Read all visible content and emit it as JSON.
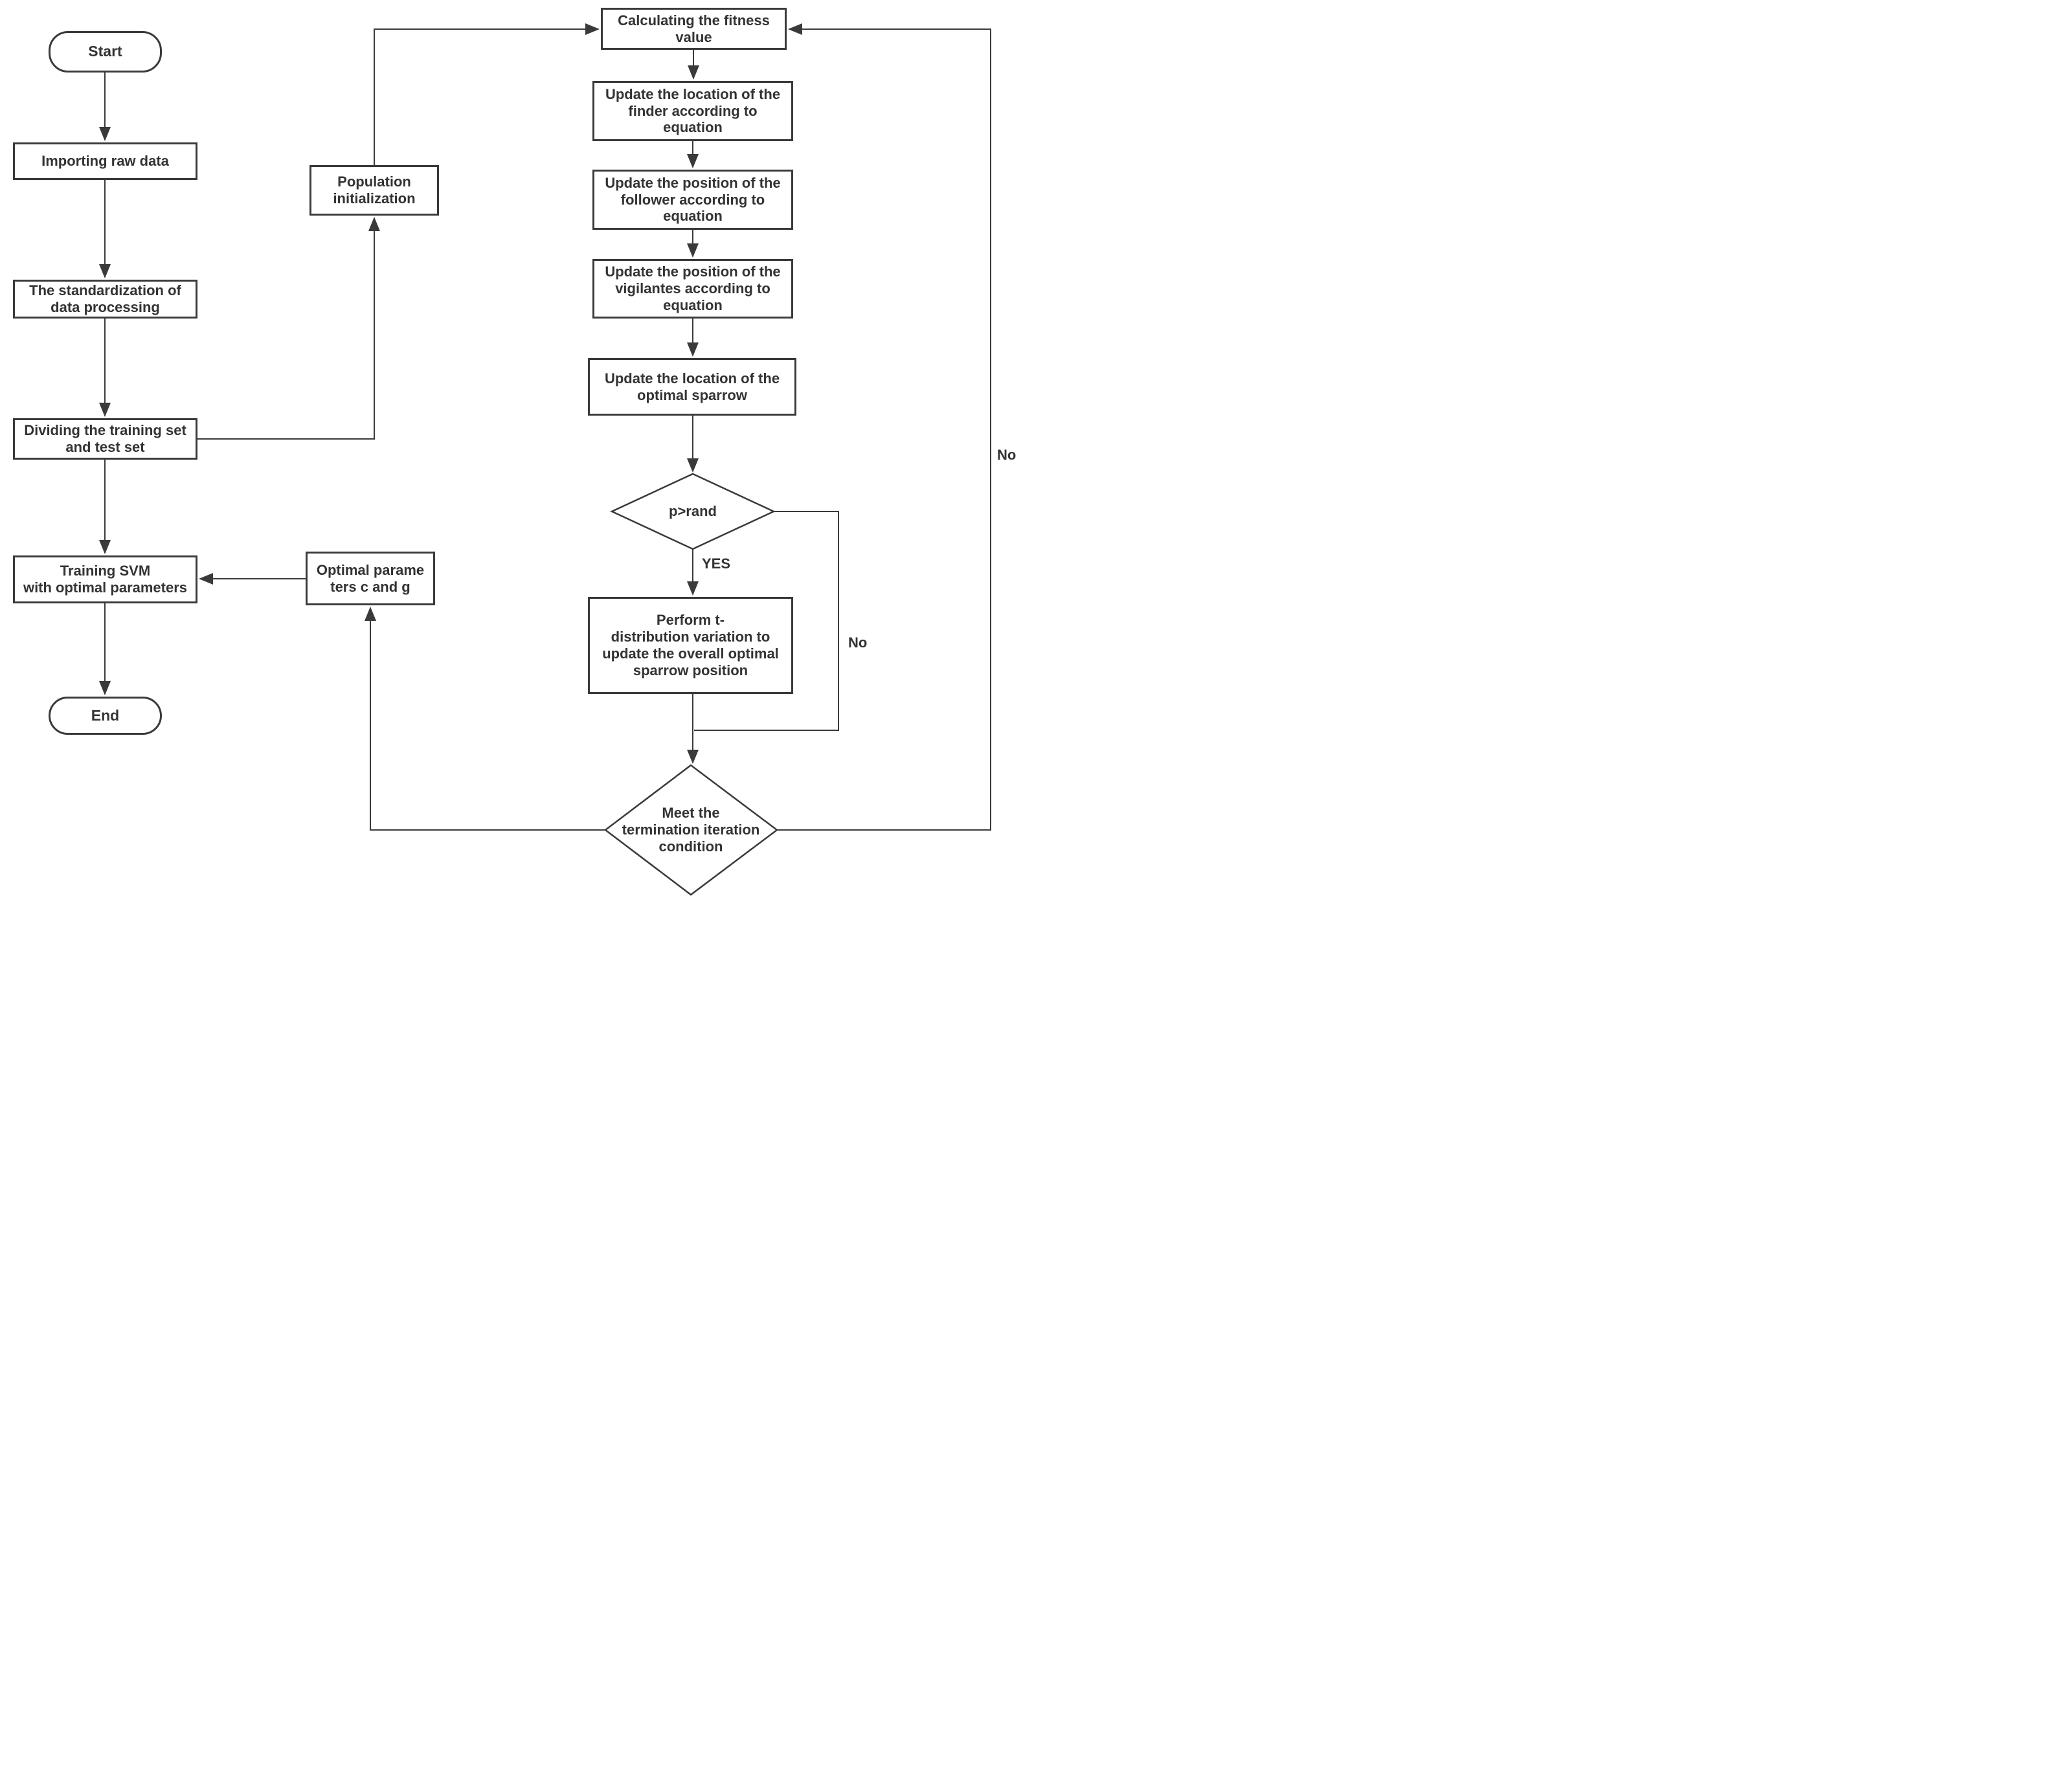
{
  "nodes": {
    "start": {
      "label": "Start",
      "shape": "terminator"
    },
    "importing": {
      "label": "Importing raw data",
      "shape": "process"
    },
    "standardization": {
      "label": "The standardization of\ndata processing",
      "shape": "process"
    },
    "dividing": {
      "label": "Dividing the training set\nand test set",
      "shape": "process"
    },
    "training": {
      "label": "Training SVM\nwith optimal parameters",
      "shape": "process"
    },
    "end": {
      "label": "End",
      "shape": "terminator"
    },
    "population": {
      "label": "Population\ninitialization",
      "shape": "process"
    },
    "optimal_parameters": {
      "label": "Optimal parame\nters c and g",
      "shape": "process"
    },
    "calculating": {
      "label": "Calculating the fitness\nvalue",
      "shape": "process"
    },
    "update_finder": {
      "label": "Update the location of the\nfinder according to\nequation",
      "shape": "process"
    },
    "update_follower": {
      "label": "Update the position of the\nfollower according to\nequation",
      "shape": "process"
    },
    "update_vigilantes": {
      "label": "Update the position of the\nvigilantes according to\nequation",
      "shape": "process"
    },
    "update_optimal_sparrow": {
      "label": "Update the location of the\noptimal sparrow",
      "shape": "process"
    },
    "p_rand": {
      "label": "p>rand",
      "shape": "decision"
    },
    "t_distribution": {
      "label": "Perform t-\ndistribution variation to\nupdate the overall optimal\nsparrow position",
      "shape": "process"
    },
    "termination": {
      "label": "Meet the\ntermination iteration\ncondition",
      "shape": "decision"
    }
  },
  "edge_labels": {
    "yes": "YES",
    "no_p_rand": "No",
    "no_termination": "No"
  },
  "edges": [
    {
      "from": "start",
      "to": "importing"
    },
    {
      "from": "importing",
      "to": "standardization"
    },
    {
      "from": "standardization",
      "to": "dividing"
    },
    {
      "from": "dividing",
      "to": "training"
    },
    {
      "from": "training",
      "to": "end"
    },
    {
      "from": "dividing",
      "to": "population"
    },
    {
      "from": "population",
      "to": "calculating"
    },
    {
      "from": "calculating",
      "to": "update_finder"
    },
    {
      "from": "update_finder",
      "to": "update_follower"
    },
    {
      "from": "update_follower",
      "to": "update_vigilantes"
    },
    {
      "from": "update_vigilantes",
      "to": "update_optimal_sparrow"
    },
    {
      "from": "update_optimal_sparrow",
      "to": "p_rand"
    },
    {
      "from": "p_rand",
      "to": "t_distribution",
      "label": "YES"
    },
    {
      "from": "p_rand",
      "to": "termination",
      "label": "No"
    },
    {
      "from": "t_distribution",
      "to": "termination"
    },
    {
      "from": "termination",
      "to": "calculating",
      "label": "No"
    },
    {
      "from": "termination",
      "to": "optimal_parameters"
    },
    {
      "from": "optimal_parameters",
      "to": "training"
    }
  ],
  "colors": {
    "line": "#3a3a3a",
    "text": "#333333",
    "background": "#ffffff"
  }
}
